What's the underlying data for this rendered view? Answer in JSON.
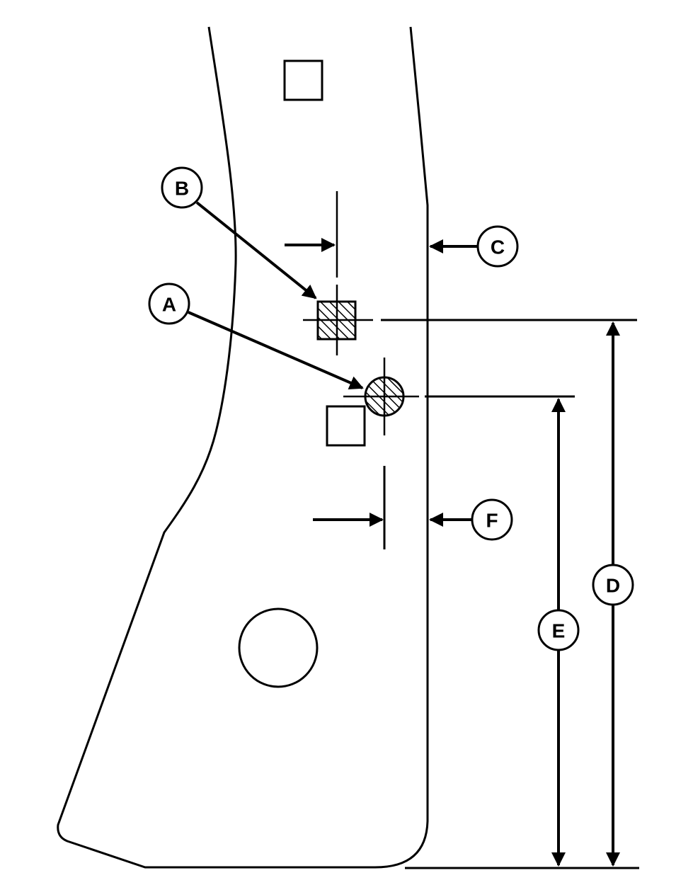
{
  "diagram": {
    "callouts": {
      "a": "A",
      "b": "B",
      "c": "C",
      "d": "D",
      "e": "E",
      "f": "F"
    }
  },
  "colors": {
    "ink": "#000000",
    "paper": "#ffffff"
  }
}
